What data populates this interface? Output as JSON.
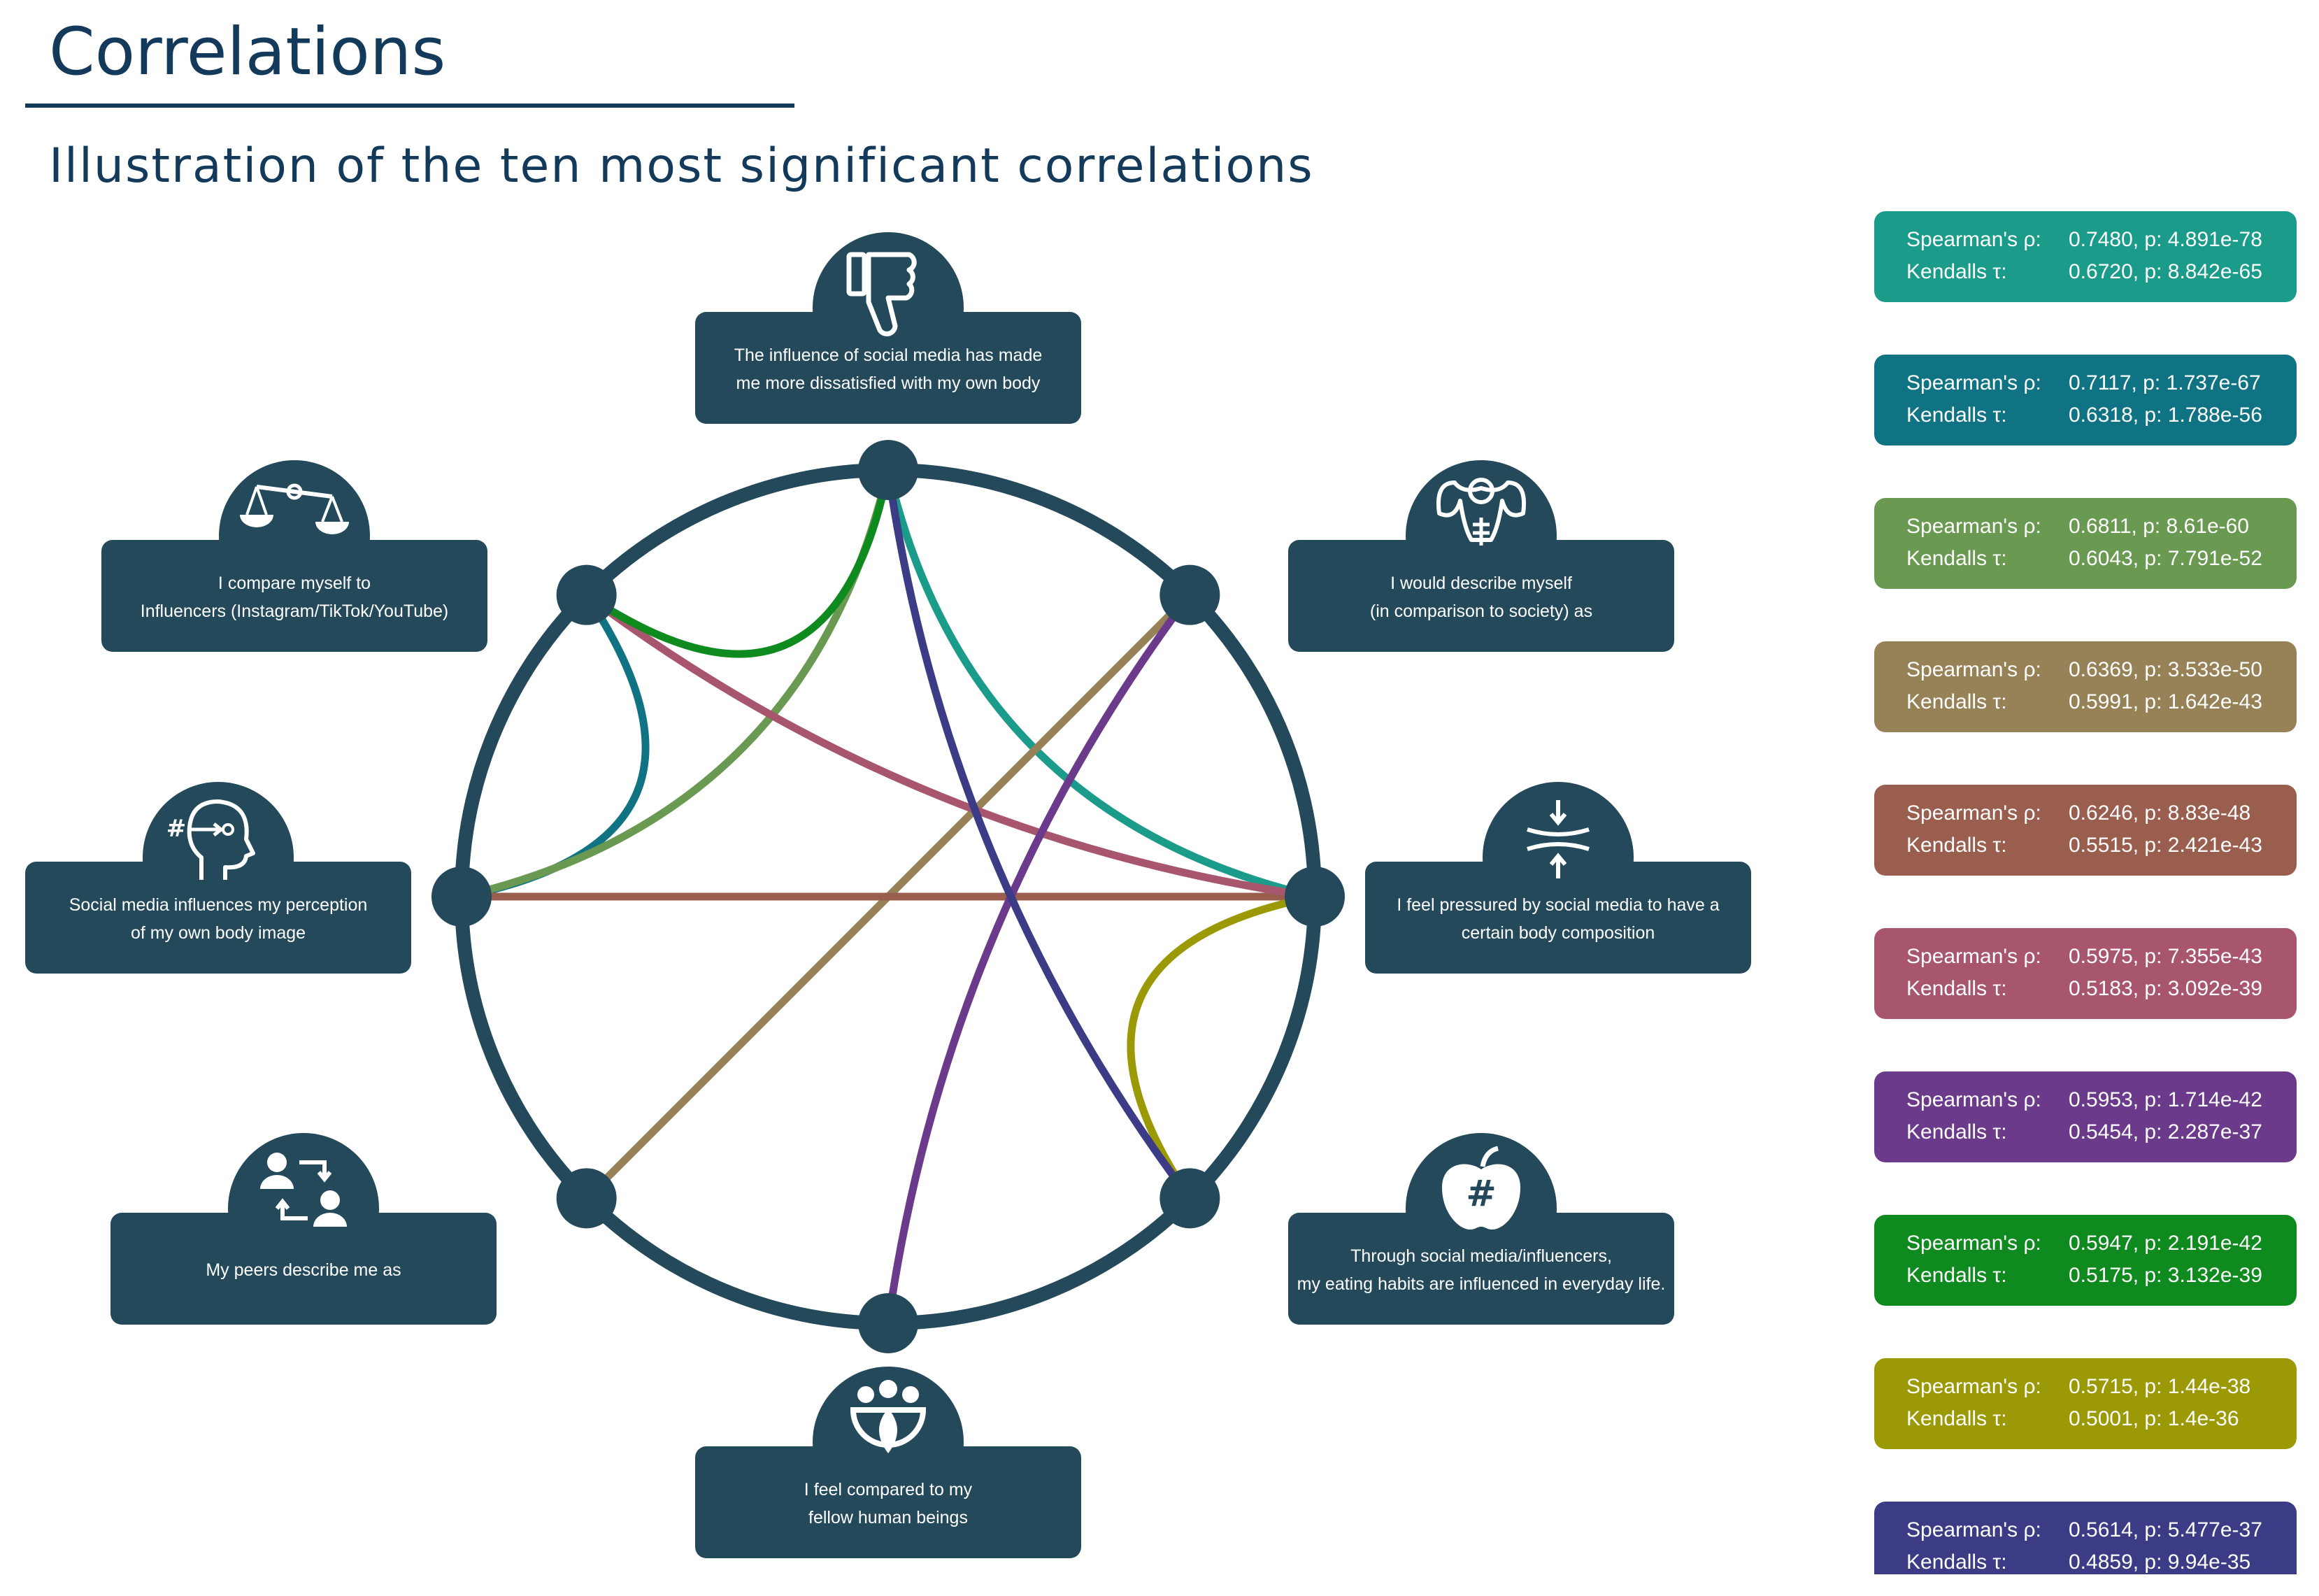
{
  "title": "Correlations",
  "subtitle": "Illustration of the ten most significant correlations",
  "nodes": [
    {
      "key": "dissatisfied",
      "icon": "thumbs-down-icon",
      "lines": [
        "The influence of social media has made",
        "me more dissatisfied with my own body"
      ]
    },
    {
      "key": "describe-self",
      "icon": "muscular-figure-icon",
      "lines": [
        "I would describe myself",
        "(in comparison to society) as"
      ]
    },
    {
      "key": "pressured",
      "icon": "compression-icon",
      "lines": [
        "I feel pressured by social media to have a",
        "certain body composition"
      ]
    },
    {
      "key": "eating",
      "icon": "apple-hashtag-icon",
      "lines": [
        "Through social media/influencers,",
        "my eating habits are influenced in everyday life."
      ]
    },
    {
      "key": "compared-humans",
      "icon": "people-circle-icon",
      "lines": [
        "I feel compared to my",
        "fellow human beings"
      ]
    },
    {
      "key": "peers",
      "icon": "peer-exchange-icon",
      "lines": [
        "My peers describe me as"
      ]
    },
    {
      "key": "perception",
      "icon": "head-hashtag-icon",
      "lines": [
        "Social media influences my perception",
        "of my own body image"
      ]
    },
    {
      "key": "compare-influencers",
      "icon": "scales-icon",
      "lines": [
        "I compare myself to",
        "Influencers (Instagram/TikTok/YouTube)"
      ]
    }
  ],
  "stat_labels": {
    "spearman": "Spearman's ρ:",
    "kendall": "Kendalls τ:"
  },
  "correlations": [
    {
      "from": "dissatisfied",
      "to": "pressured",
      "curve": "arc",
      "color": "#1b9c8b",
      "spearman": "0.7480, p: 4.891e-78",
      "kendall": "0.6720, p: 8.842e-65"
    },
    {
      "from": "compare-influencers",
      "to": "perception",
      "curve": "arc",
      "color": "#0f7384",
      "spearman": "0.7117, p: 1.737e-67",
      "kendall": "0.6318, p: 1.788e-56"
    },
    {
      "from": "dissatisfied",
      "to": "perception",
      "curve": "arc",
      "color": "#6a9a52",
      "spearman": "0.6811, p: 8.61e-60",
      "kendall": "0.6043, p: 7.791e-52"
    },
    {
      "from": "describe-self",
      "to": "peers",
      "curve": "line",
      "color": "#978257",
      "spearman": "0.6369, p: 3.533e-50",
      "kendall": "0.5991, p: 1.642e-43"
    },
    {
      "from": "perception",
      "to": "pressured",
      "curve": "line",
      "color": "#9a5e4f",
      "spearman": "0.6246, p: 8.83e-48",
      "kendall": "0.5515, p: 2.421e-43"
    },
    {
      "from": "compare-influencers",
      "to": "pressured",
      "curve": "arc",
      "color": "#a8566d",
      "spearman": "0.5975, p: 7.355e-43",
      "kendall": "0.5183, p: 3.092e-39"
    },
    {
      "from": "describe-self",
      "to": "compared-humans",
      "curve": "arc",
      "color": "#6b3a8a",
      "spearman": "0.5953, p: 1.714e-42",
      "kendall": "0.5454, p: 2.287e-37"
    },
    {
      "from": "dissatisfied",
      "to": "compare-influencers",
      "curve": "arc",
      "color": "#0f8a1f",
      "spearman": "0.5947, p: 2.191e-42",
      "kendall": "0.5175, p: 3.132e-39"
    },
    {
      "from": "pressured",
      "to": "eating",
      "curve": "arc",
      "color": "#9b9a06",
      "spearman": "0.5715, p: 1.44e-38",
      "kendall": "0.5001, p: 1.4e-36"
    },
    {
      "from": "dissatisfied",
      "to": "eating",
      "curve": "arc",
      "color": "#3b3b86",
      "spearman": "0.5614, p: 5.477e-37",
      "kendall": "0.4859, p: 9.94e-35"
    }
  ],
  "colors": {
    "dark": "#24495a",
    "title": "#133a5a"
  }
}
